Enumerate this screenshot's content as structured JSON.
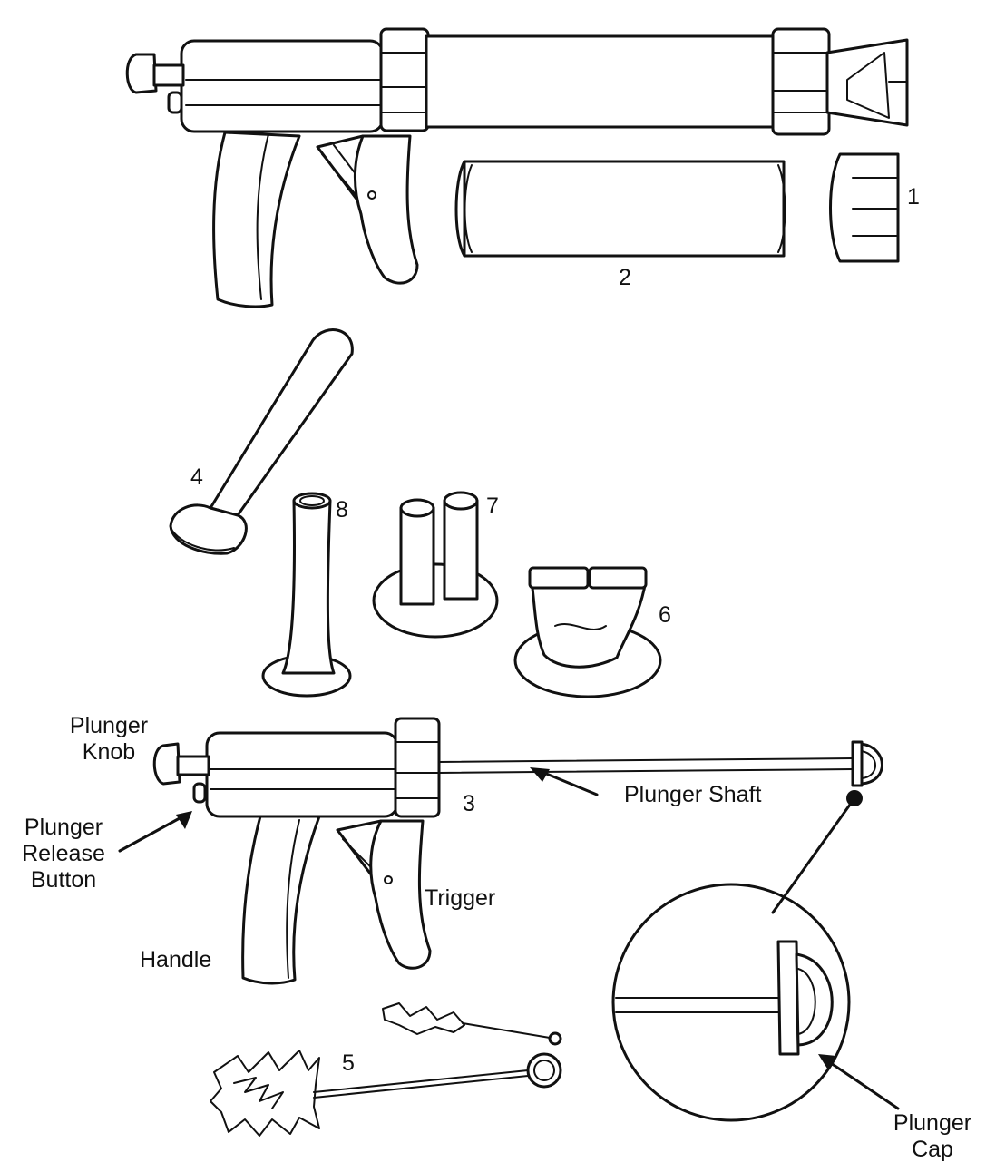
{
  "colors": {
    "ink": "#111111",
    "paper": "#ffffff",
    "shade": "#e6e6e6"
  },
  "numbers": {
    "n1": "1",
    "n2": "2",
    "n3": "3",
    "n4": "4",
    "n5": "5",
    "n6": "6",
    "n7": "7",
    "n8": "8"
  },
  "labels": {
    "plunger_knob_1": "Plunger",
    "plunger_knob_2": "Knob",
    "plunger_release_1": "Plunger",
    "plunger_release_2": "Release",
    "plunger_release_3": "Button",
    "plunger_shaft": "Plunger Shaft",
    "trigger": "Trigger",
    "handle": "Handle",
    "plunger_cap_1": "Plunger",
    "plunger_cap_2": "Cap"
  }
}
